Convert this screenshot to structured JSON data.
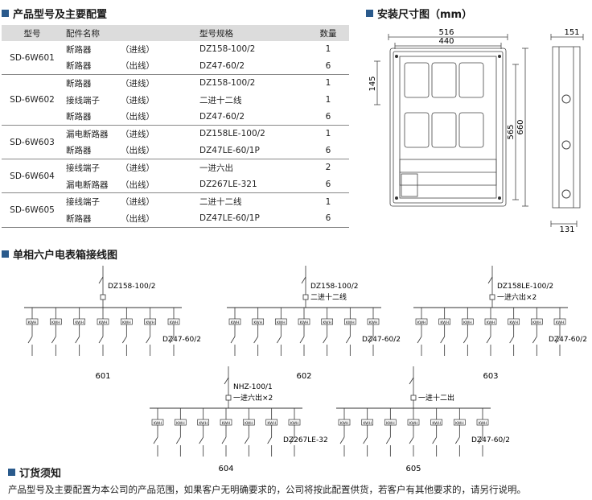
{
  "sections": {
    "product_title": "产品型号及主要配置",
    "install_title": "安装尺寸图（mm）",
    "wiring_title": "单相六户电表箱接线图",
    "order_title": "订货须知"
  },
  "table": {
    "headers": {
      "model": "型号",
      "part": "配件名称",
      "spec": "型号规格",
      "qty": "数量"
    },
    "groups": [
      {
        "model": "SD-6W601",
        "rows": [
          {
            "part": "断路器",
            "pos": "（进线）",
            "spec": "DZ158-100/2",
            "qty": "1"
          },
          {
            "part": "断路器",
            "pos": "（出线）",
            "spec": "DZ47-60/2",
            "qty": "6"
          }
        ]
      },
      {
        "model": "SD-6W602",
        "rows": [
          {
            "part": "断路器",
            "pos": "（进线）",
            "spec": "DZ158-100/2",
            "qty": "1"
          },
          {
            "part": "接线端子",
            "pos": "（进线）",
            "spec": "二进十二线",
            "qty": "1"
          },
          {
            "part": "断路器",
            "pos": "（出线）",
            "spec": "DZ47-60/2",
            "qty": "6"
          }
        ]
      },
      {
        "model": "SD-6W603",
        "rows": [
          {
            "part": "漏电断路器",
            "pos": "（进线）",
            "spec": "DZ158LE-100/2",
            "qty": "1"
          },
          {
            "part": "断路器",
            "pos": "（出线）",
            "spec": "DZ47LE-60/1P",
            "qty": "6"
          }
        ]
      },
      {
        "model": "SD-6W604",
        "rows": [
          {
            "part": "接线端子",
            "pos": "（进线）",
            "spec": "一进六出",
            "qty": "2"
          },
          {
            "part": "漏电断路器",
            "pos": "（出线）",
            "spec": "DZ267LE-321",
            "qty": "6"
          }
        ]
      },
      {
        "model": "SD-6W605",
        "rows": [
          {
            "part": "接线端子",
            "pos": "（进线）",
            "spec": "二进十二线",
            "qty": "1"
          },
          {
            "part": "断路器",
            "pos": "（出线）",
            "spec": "DZ47LE-60/1P",
            "qty": "6"
          }
        ]
      }
    ]
  },
  "dims": {
    "w_outer": "516",
    "w_inner": "440",
    "h_top": "145",
    "h_inner": "565",
    "h_outer": "660",
    "depth_top": "151",
    "depth_bottom": "131"
  },
  "meter_label": "KWH",
  "diagrams": [
    {
      "id": "601",
      "main": "DZ158-100/2",
      "terminal": "",
      "branch": "DZ47-60/2"
    },
    {
      "id": "602",
      "main": "DZ158-100/2",
      "terminal": "二进十二线",
      "branch": "DZ47-60/2"
    },
    {
      "id": "603",
      "main": "DZ158LE-100/2",
      "terminal": "一进六出×2",
      "branch": "DZ47-60/2"
    },
    {
      "id": "604",
      "main": "NHZ-100/1",
      "terminal": "一进六出×2",
      "branch": "DZ267LE-32"
    },
    {
      "id": "605",
      "main": "",
      "terminal": "一进十二出",
      "branch": "DZ47-60/2"
    }
  ],
  "order_note": "产品型号及主要配置为本公司的产品范围，如果客户无明确要求的，公司将按此配置供货，若客户有其他要求的，请另行说明。"
}
